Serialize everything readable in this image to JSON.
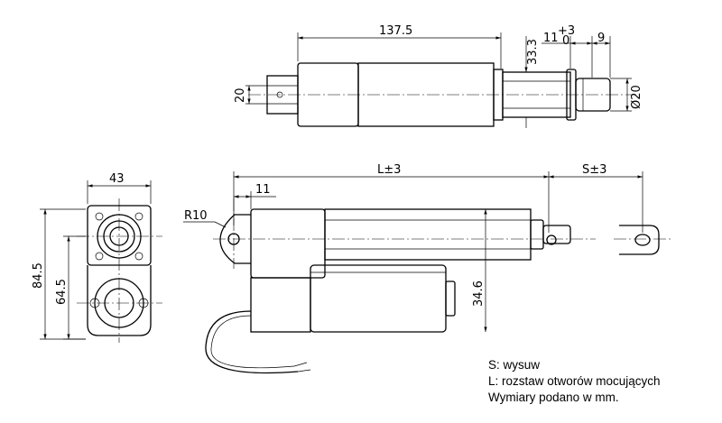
{
  "dimensions": {
    "top_length": "137.5",
    "top_height": "33.3",
    "top_tol_main": "11",
    "top_tol_sup": "+3",
    "top_tol_sub": "0",
    "top_gap": "9",
    "top_left_dia": "20",
    "top_rod_dia": "Ø20",
    "left_width": "43",
    "left_height_total": "84.5",
    "left_height_partial": "64.5",
    "side_L": "L±3",
    "side_S": "S±3",
    "side_offset": "11",
    "side_radius": "R10",
    "side_motor": "34.6"
  },
  "legend": {
    "line1": "S: wysuw",
    "line2": "L: rozstaw otworów mocujących",
    "line3": "Wymiary podano w mm."
  }
}
